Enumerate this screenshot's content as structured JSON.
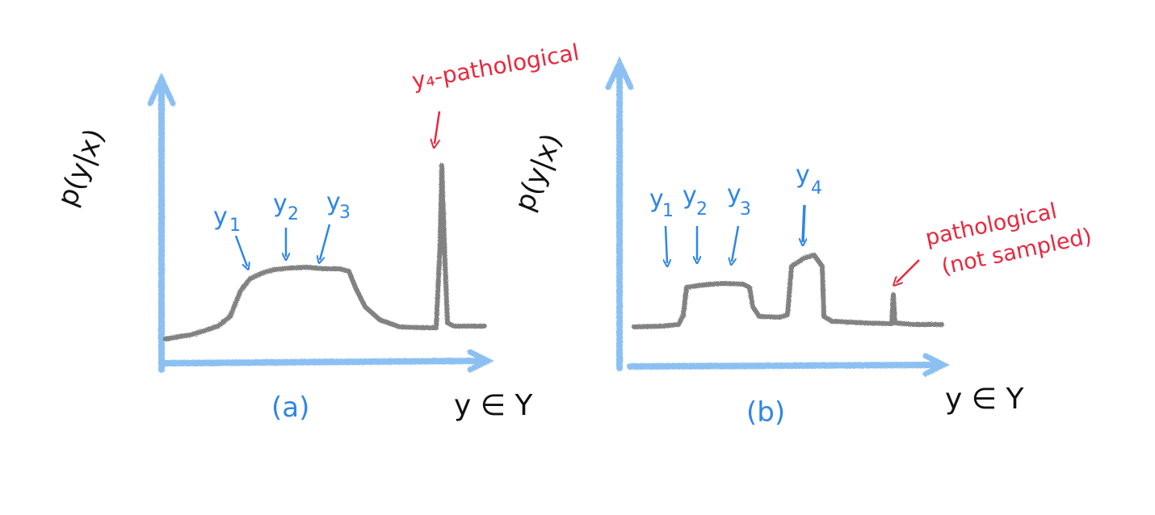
{
  "colors": {
    "axis": "#4a9be8",
    "curve": "#6d6d6d",
    "label_blue": "#2f86e6",
    "label_red": "#e8283f",
    "label_black": "#111111"
  },
  "panel_a": {
    "ylabel": "p(y|x)",
    "xlabel": "y ∈ Y",
    "caption": "(a)",
    "points": {
      "y1": "y",
      "y1_sub": "1",
      "y2": "y",
      "y2_sub": "2",
      "y3": "y",
      "y3_sub": "3"
    },
    "pathological_label": "y₄-pathological"
  },
  "panel_b": {
    "ylabel": "p(y|x)",
    "xlabel": "y ∈ Y",
    "caption": "(b)",
    "points": {
      "y1": "y",
      "y1_sub": "1",
      "y2": "y",
      "y2_sub": "2",
      "y3": "y",
      "y3_sub": "3",
      "y4": "y",
      "y4_sub": "4"
    },
    "pathological_line1": "pathological",
    "pathological_line2": "(not sampled)"
  }
}
